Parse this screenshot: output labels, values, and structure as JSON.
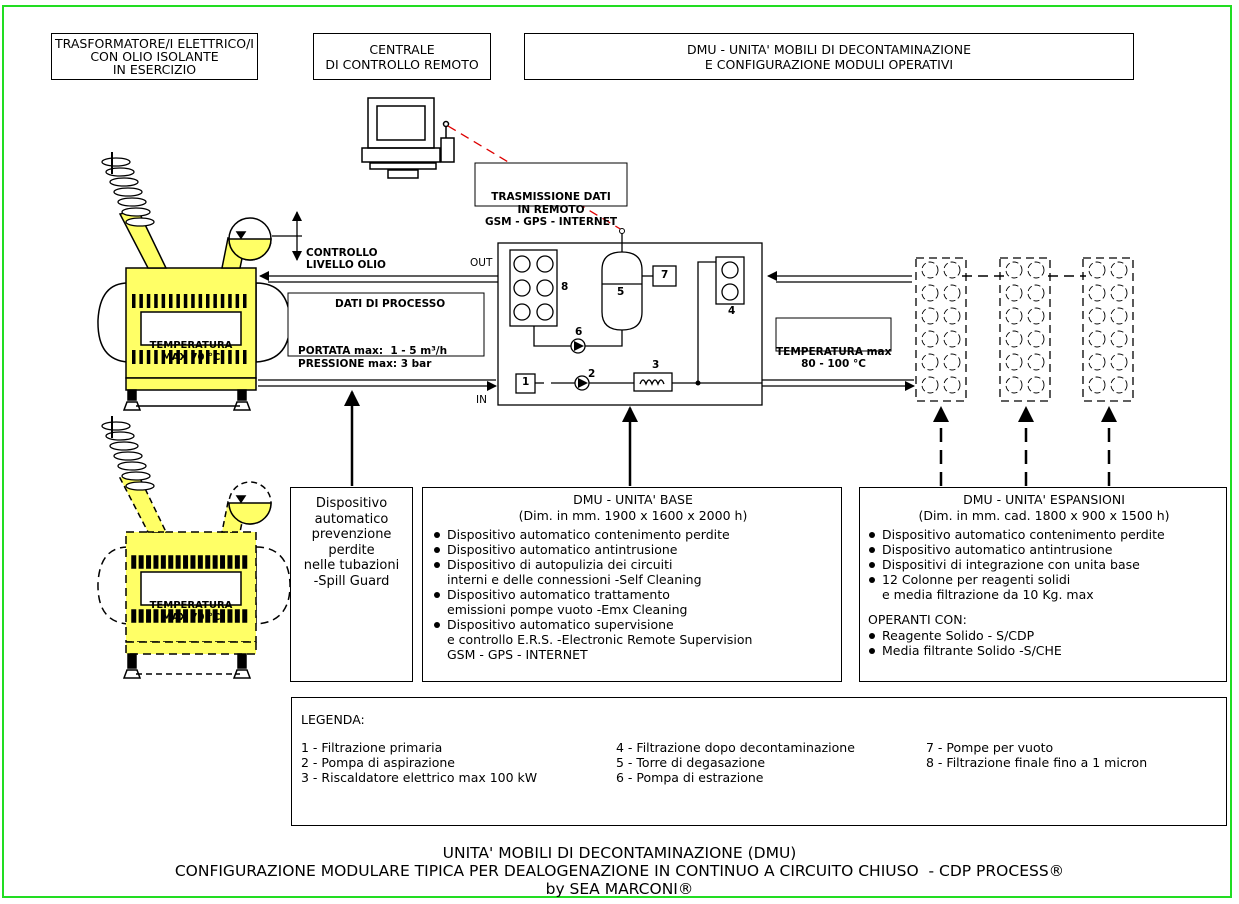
{
  "header": {
    "box_transformer": [
      "TRASFORMATORE/I ELETTRICO/I",
      "CON OLIO ISOLANTE",
      "IN ESERCIZIO"
    ],
    "box_control": [
      "CENTRALE",
      "DI CONTROLLO REMOTO"
    ],
    "box_dmu": [
      "DMU - UNITA' MOBILI DI DECONTAMINAZIONE",
      "E CONFIGURAZIONE MODULI OPERATIVI"
    ]
  },
  "labels": {
    "transmission": [
      "TRASMISSIONE DATI",
      "IN REMOTO",
      "GSM - GPS - INTERNET"
    ],
    "oil_level": [
      "CONTROLLO",
      "LIVELLO OLIO"
    ],
    "out": "OUT",
    "in": "IN",
    "temp_transformer": [
      "TEMPERATURA",
      "MAX 70 °C"
    ],
    "temp_transformer2": [
      "TEMPERATURA",
      "MAX 70 °C"
    ],
    "process_title": "DATI DI PROCESSO",
    "process_lines": [
      "PORTATA max:  1 - 5 m³/h",
      "PRESSIONE max: 3 bar"
    ],
    "temp_max": [
      "TEMPERATURA max",
      "80 - 100 °C"
    ],
    "component_numbers": [
      "1",
      "2",
      "3",
      "4",
      "5",
      "6",
      "7",
      "8"
    ]
  },
  "spill_box": [
    "Dispositivo",
    "automatico",
    "prevenzione",
    "perdite",
    "nelle tubazioni",
    "-Spill Guard"
  ],
  "base_unit": {
    "title": "DMU - UNITA' BASE",
    "dims": "(Dim. in mm. 1900 x 1600 x 2000 h)",
    "items": [
      "Dispositivo automatico contenimento perdite",
      "Dispositivo automatico antintrusione",
      "Dispositivo di autopulizia dei circuiti\ninterni e delle connessioni -Self Cleaning",
      "Dispositivo automatico trattamento\nemissioni pompe vuoto -Emx Cleaning",
      "Dispositivo automatico supervisione\ne controllo E.R.S. -Electronic Remote Supervision\nGSM - GPS - INTERNET"
    ]
  },
  "expansion_unit": {
    "title": "DMU - UNITA' ESPANSIONI",
    "dims": "(Dim. in mm. cad. 1800 x 900 x 1500 h)",
    "items": [
      "Dispositivo automatico contenimento perdite",
      "Dispositivo automatico antintrusione",
      "Dispositivi di integrazione con unita base",
      "12 Colonne per reagenti solidi\ne media filtrazione da 10 Kg. max"
    ],
    "operating_title": "OPERANTI CON:",
    "operating_items": [
      "Reagente Solido - S/CDP",
      "Media filtrante Solido -S/CHE"
    ]
  },
  "legend": {
    "title": "LEGENDA:",
    "col1": [
      "1 - Filtrazione primaria",
      "2 - Pompa di aspirazione",
      "3 - Riscaldatore elettrico max 100 kW"
    ],
    "col2": [
      "4 - Filtrazione dopo decontaminazione",
      "5 - Torre di degasazione",
      "6 - Pompa di estrazione"
    ],
    "col3": [
      "7 - Pompe per vuoto",
      "8 - Filtrazione finale fino a 1 micron"
    ]
  },
  "footer": {
    "line1": "UNITA' MOBILI DI DECONTAMINAZIONE (DMU)",
    "line2": "CONFIGURAZIONE MODULARE TIPICA PER DEALOGENAZIONE IN CONTINUO A CIRCUITO CHIUSO  - CDP PROCESS®",
    "line3": "by SEA MARCONI®"
  },
  "colors": {
    "frame": "#22dd22",
    "oil": "#ffff66",
    "red_link": "#dd0000"
  }
}
